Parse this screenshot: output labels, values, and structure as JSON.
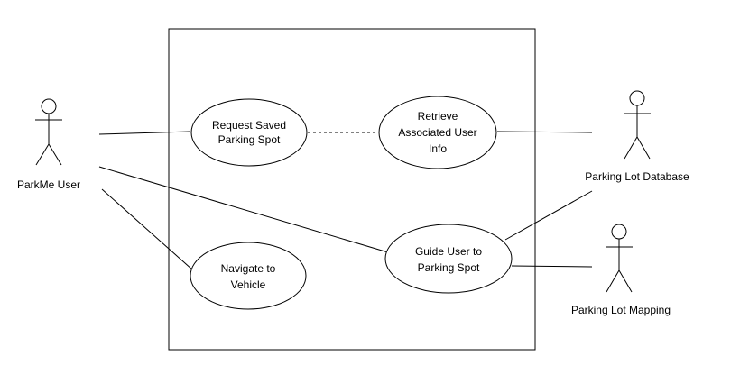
{
  "actors": {
    "parkme_user": {
      "label": "ParkMe User"
    },
    "parking_lot_database": {
      "label": "Parking Lot Database"
    },
    "parking_lot_mapping": {
      "label": "Parking Lot Mapping"
    }
  },
  "use_cases": {
    "request_saved_parking_spot": {
      "lines": [
        "Request Saved",
        "Parking Spot"
      ]
    },
    "retrieve_associated_user_info": {
      "lines": [
        "Retrieve",
        "Associated User",
        "Info"
      ]
    },
    "guide_user_to_parking_spot": {
      "lines": [
        "Guide User to",
        "Parking Spot"
      ]
    },
    "navigate_to_vehicle": {
      "lines": [
        "Navigate to",
        "Vehicle"
      ]
    }
  },
  "colors": {
    "stroke": "#000000",
    "background": "#ffffff"
  }
}
